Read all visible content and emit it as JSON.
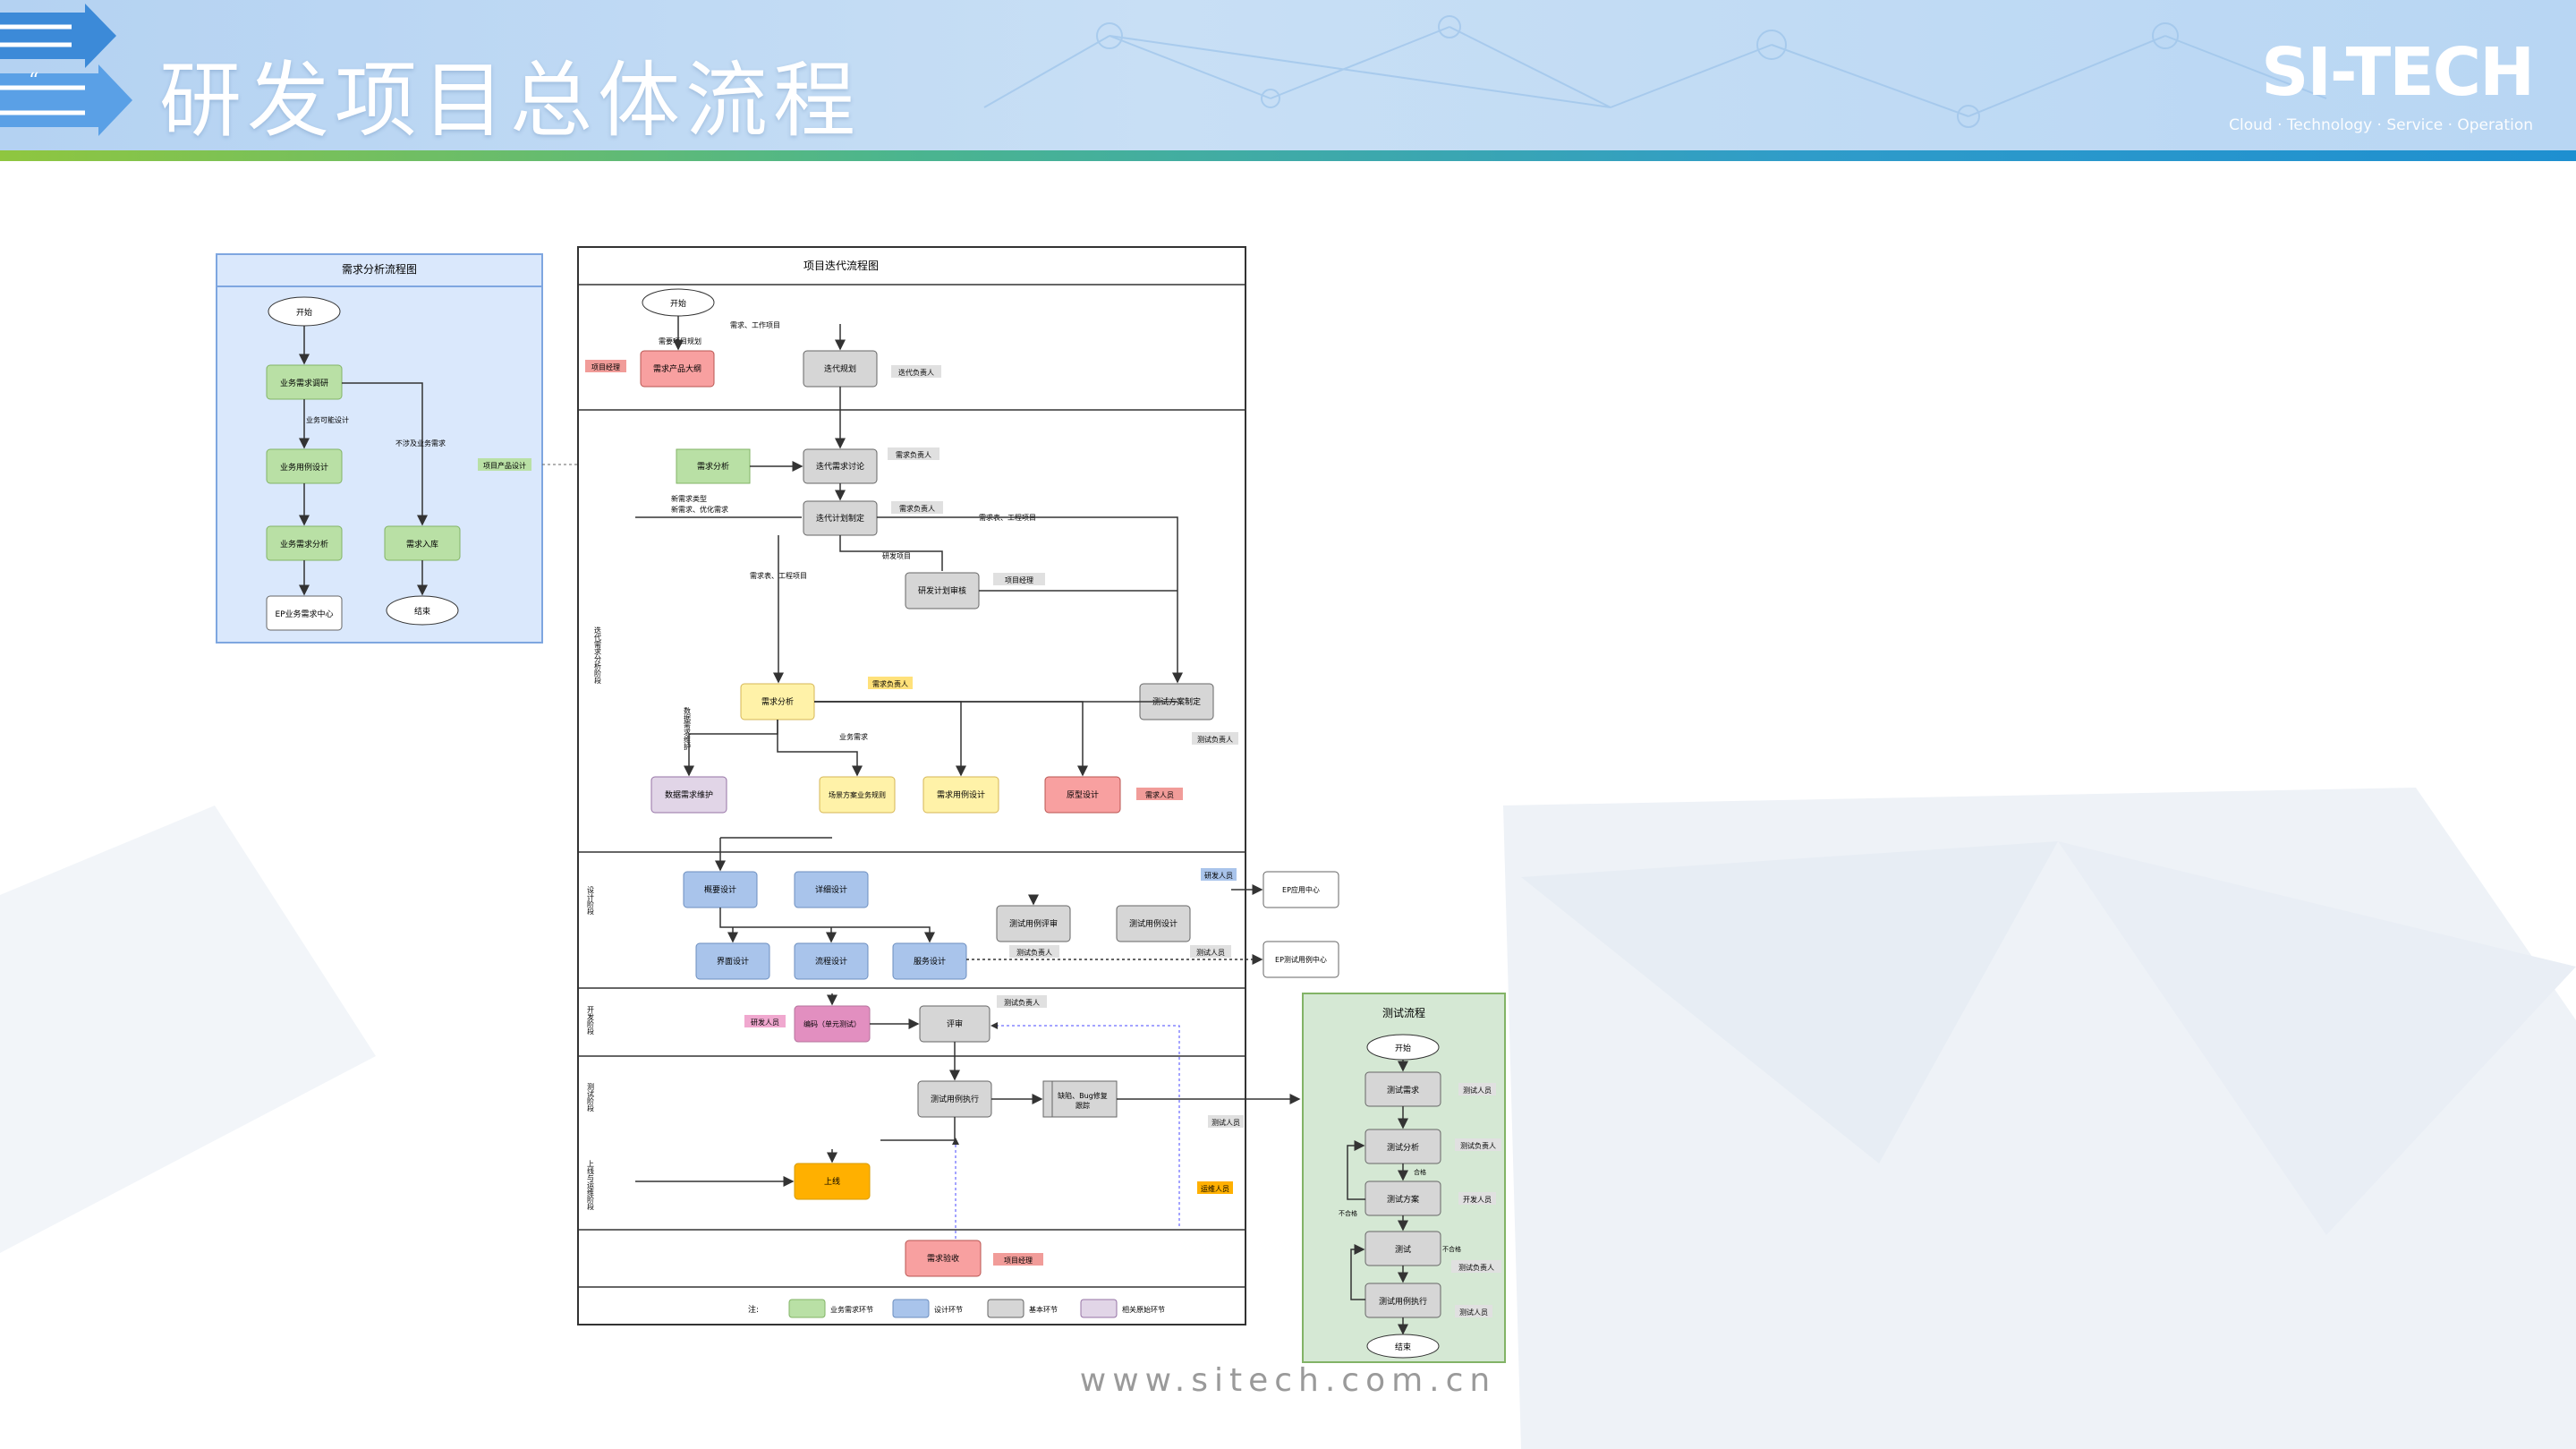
{
  "header": {
    "title": "研发项目总体流程",
    "quote_mark": "“",
    "logo_main": "SI-TECH",
    "logo_sub": "Cloud · Technology · Service · Operation"
  },
  "footer": {
    "url": "www.sitech.com.cn"
  },
  "colors": {
    "green": "#b9e0a5",
    "blue": "#a9c4eb",
    "gray": "#d6d6d6",
    "red": "#f19c99",
    "yellow": "#fff2a8",
    "orange": "#ffb000",
    "purple": "#e1d5e7",
    "pink": "#e28fc0"
  },
  "diagram": {
    "req": {
      "title": "需求分析流程图",
      "start": "开始",
      "n1": "业务需求调研",
      "n2": "业务用例设计",
      "n3": "业务需求分析",
      "n4": "需求入库",
      "n5": "EP业务需求中心",
      "end": "结束",
      "l1": "业务可能设计",
      "l2": "不涉及业务需求",
      "side": "项目产品设计"
    },
    "iter": {
      "title": "项目迭代流程图",
      "start": "开始",
      "s1": "需求产品大纲",
      "s1t": "项目经理",
      "s2": "迭代规划",
      "s2t": "迭代负责人",
      "l0": "需要项目规划",
      "l0b": "需求、工作项目",
      "n3": "需求分析",
      "n4": "迭代需求讨论",
      "n4t": "需求负责人",
      "n5": "迭代计划制定",
      "n5t": "需求负责人",
      "l5": "新需求类型",
      "l5b": "新需求、优化需求",
      "l6": "需求表、工程项目",
      "l7": "需求表、工程项目",
      "n6": "研发计划审核",
      "n6t": "项目经理",
      "l6b": "研发项目",
      "n7": "需求分析",
      "n7t": "需求负责人",
      "n8": "测试方案制定",
      "n8t": "测试负责人",
      "n9": "数据需求维护",
      "l9": "数据需求维护",
      "n10": "场景方案业务规则",
      "l10": "业务需求",
      "n11": "需求用例设计",
      "n12": "原型设计",
      "n12t": "需求人员",
      "lane1": "迭代需求分析阶段",
      "n13": "概要设计",
      "n14": "详细设计",
      "n15": "界面设计",
      "n16": "流程设计",
      "n17": "服务设计",
      "n18": "测试用例评审",
      "n19": "测试用例设计",
      "n19t": "测试负责人",
      "n17t": "测试人员",
      "tag1": "研发人员",
      "out1": "EP应用中心",
      "out2": "EP测试用例中心",
      "lane2": "设计阶段",
      "n20": "编码（单元测试）",
      "n20t": "研发人员",
      "n21": "评审",
      "n21t": "测试负责人",
      "lane3": "开发阶段",
      "n22": "测试用例执行",
      "n23": "缺陷、Bug修复",
      "n23b": "跟踪",
      "lane4": "测试阶段",
      "t22": "测试人员",
      "n24": "上线",
      "t24": "运维人员",
      "lane5": "上线与运维阶段",
      "n25": "需求验收",
      "t25": "项目经理",
      "legend": {
        "note": "注:",
        "g": "业务需求环节",
        "b": "设计环节",
        "gr": "基本环节",
        "p": "相关原始环节"
      }
    },
    "test": {
      "title": "测试流程",
      "start": "开始",
      "n1": "测试需求",
      "t1": "测试人员",
      "n2": "测试分析",
      "t2": "测试负责人",
      "n3": "测试方案",
      "t3": "开发人员",
      "l3": "不合格",
      "l3b": "合格",
      "n4": "测试",
      "t4": "测试负责人",
      "l4": "不合格",
      "n5": "测试用例执行",
      "t5": "测试人员",
      "end": "结束"
    }
  }
}
